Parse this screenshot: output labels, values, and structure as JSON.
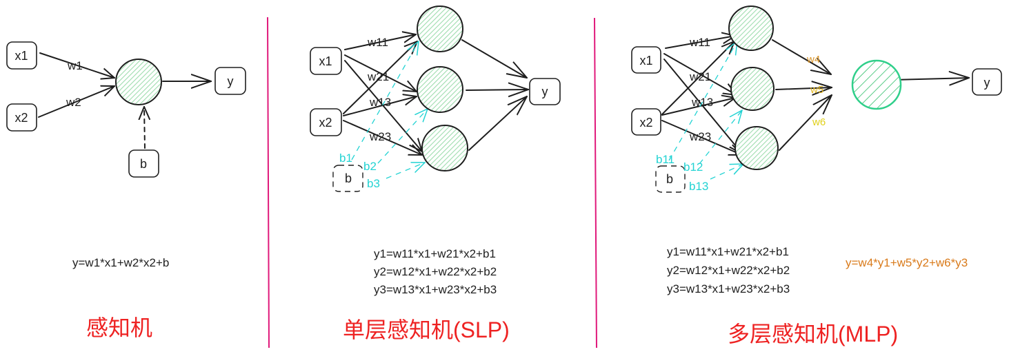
{
  "colors": {
    "stroke": "#1e1e1e",
    "neuron_fill": "#b2e6c0",
    "output_neuron_stroke": "#2fcf8a",
    "bias": "#22d3d3",
    "divider": "#e0187a",
    "title": "#ee2222",
    "w4": "#d9952b",
    "w5": "#e5b820",
    "w6": "#e0d01a",
    "output_formula": "#d97a1a"
  },
  "perceptron": {
    "title": "感知机",
    "inputs": [
      "x1",
      "x2"
    ],
    "weights": [
      "w1",
      "w2"
    ],
    "bias": "b",
    "output": "y",
    "formula": "y=w1*x1+w2*x2+b"
  },
  "slp": {
    "title": "单层感知机(SLP)",
    "inputs": [
      "x1",
      "x2"
    ],
    "weights": [
      "w11",
      "w21",
      "w13",
      "w23"
    ],
    "bias": "b",
    "bias_labels": [
      "b1",
      "b2",
      "b3"
    ],
    "output": "y",
    "formulas": [
      "y1=w11*x1+w21*x2+b1",
      "y2=w12*x1+w22*x2+b2",
      "y3=w13*x1+w23*x2+b3"
    ]
  },
  "mlp": {
    "title": "多层感知机(MLP)",
    "inputs": [
      "x1",
      "x2"
    ],
    "weights": [
      "w11",
      "w21",
      "w13",
      "w23"
    ],
    "hidden_weights": [
      "w4",
      "w5",
      "w6"
    ],
    "bias": "b",
    "bias_labels": [
      "b11",
      "b12",
      "b13"
    ],
    "output": "y",
    "formulas": [
      "y1=w11*x1+w21*x2+b1",
      "y2=w12*x1+w22*x2+b2",
      "y3=w13*x1+w23*x2+b3"
    ],
    "output_formula": "y=w4*y1+w5*y2+w6*y3"
  }
}
